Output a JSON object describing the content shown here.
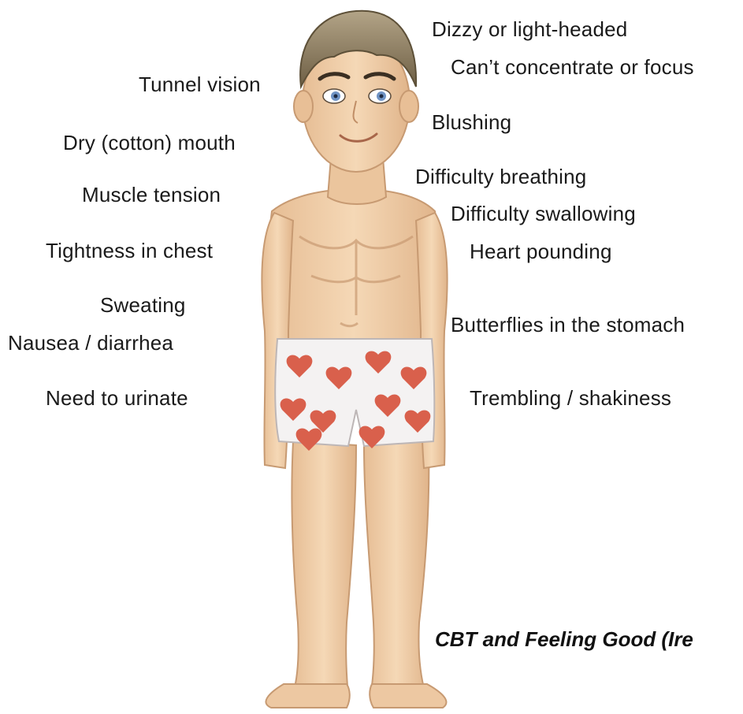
{
  "colors": {
    "skin": "#f0cfa8",
    "skin_shadow": "#c9a07a",
    "hair": "#8a7a5e",
    "boxers": "#f4f2f2",
    "hearts": "#d9604c",
    "text": "#1a1a1a"
  },
  "symptoms_left": [
    "Tunnel vision",
    "Dry (cotton) mouth",
    "Muscle tension",
    "Tightness in chest",
    "Sweating",
    "Nausea / diarrhea",
    "Need to urinate"
  ],
  "symptoms_right": [
    "Dizzy or light-headed",
    "Can’t concentrate or focus",
    "Blushing",
    "Difficulty breathing",
    "Difficulty swallowing",
    "Heart pounding",
    "Butterflies in the stomach",
    "Trembling / shakiness"
  ],
  "caption": "CBT and Feeling Good (Ire"
}
